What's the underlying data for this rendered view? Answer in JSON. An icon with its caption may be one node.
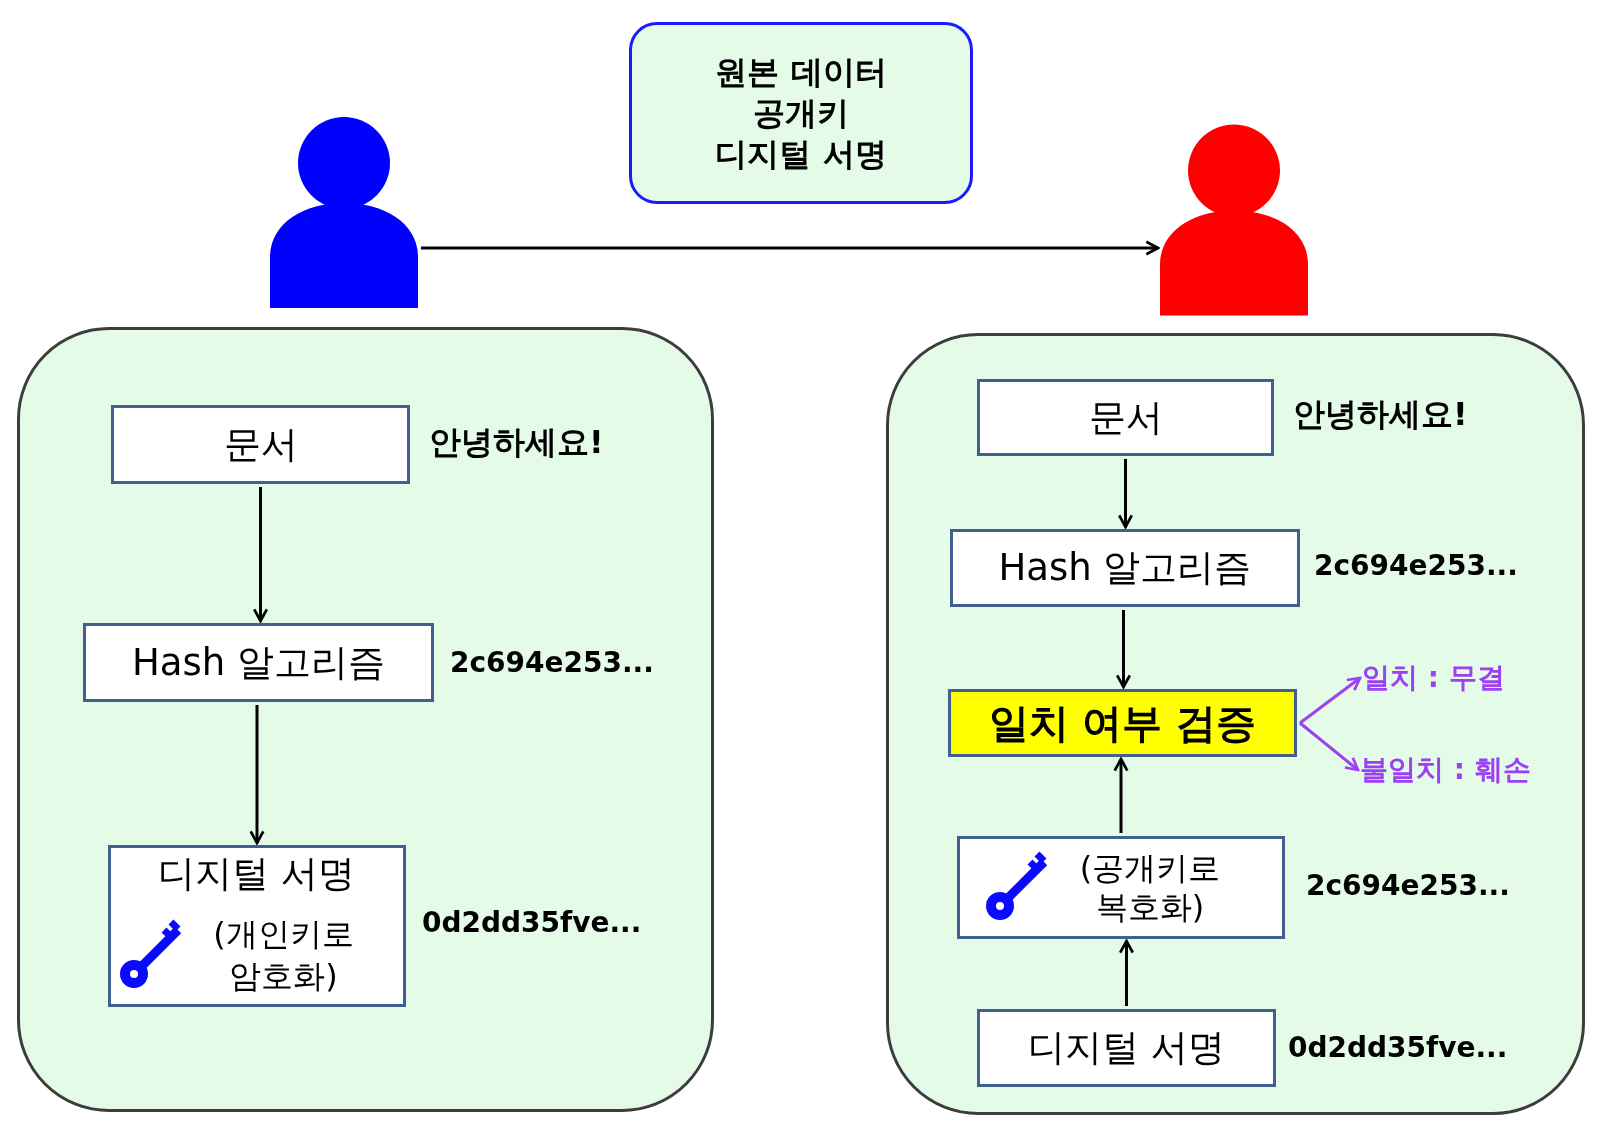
{
  "diagram": {
    "nodes": [
      {
        "text": [
          "원본 데이터",
          "공개키",
          "디지털 서명"
        ]
      },
      {
        "text": [],
        "shape": "person"
      },
      {
        "text": [],
        "shape": "person"
      },
      {
        "text": [],
        "shape": "box"
      },
      {
        "text": [
          "문서"
        ],
        "in": 3,
        "beside": [
          "안녕하세요!"
        ]
      },
      {
        "text": [
          "Hash 알고리즘"
        ],
        "in": 3,
        "beside": [
          "2c694e253..."
        ]
      },
      {
        "text": [
          "디지털 서명",
          "(개인키로 암호화)"
        ],
        "in": 3,
        "beside": [
          "0d2dd35fve..."
        ]
      },
      {
        "text": [],
        "shape": "box"
      },
      {
        "text": [
          "문서"
        ],
        "in": 7,
        "beside": [
          "안녕하세요!"
        ]
      },
      {
        "text": [
          "Hash 알고리즘"
        ],
        "in": 7,
        "beside": [
          "2c694e253..."
        ]
      },
      {
        "text": [
          "일치 여부 검증"
        ],
        "in": 7
      },
      {
        "text": [
          "(공개키로 복호화)"
        ],
        "in": 7,
        "beside": [
          "2c694e253..."
        ]
      },
      {
        "text": [
          "디지털 서명"
        ],
        "in": 7,
        "beside": [
          "0d2dd35fve..."
        ]
      },
      {
        "text": [
          "일치 : 무결"
        ],
        "in": 7
      },
      {
        "text": [
          "불일치 : 훼손"
        ],
        "in": 7
      }
    ],
    "edges": [
      {
        "from": 1,
        "to": 2,
        "arrow": "to"
      },
      {
        "from": 4,
        "to": 5,
        "arrow": "to"
      },
      {
        "from": 5,
        "to": 6,
        "arrow": "to"
      },
      {
        "from": 8,
        "to": 9,
        "arrow": "to"
      },
      {
        "from": 9,
        "to": 10,
        "arrow": "to"
      },
      {
        "from": 12,
        "to": 11,
        "arrow": "to"
      },
      {
        "from": 11,
        "to": 10,
        "arrow": "to"
      },
      {
        "from": 10,
        "to": 13,
        "arrow": "to",
        "color": "#9b40f5"
      },
      {
        "from": 10,
        "to": 14,
        "arrow": "to",
        "color": "#9b40f5"
      }
    ]
  }
}
